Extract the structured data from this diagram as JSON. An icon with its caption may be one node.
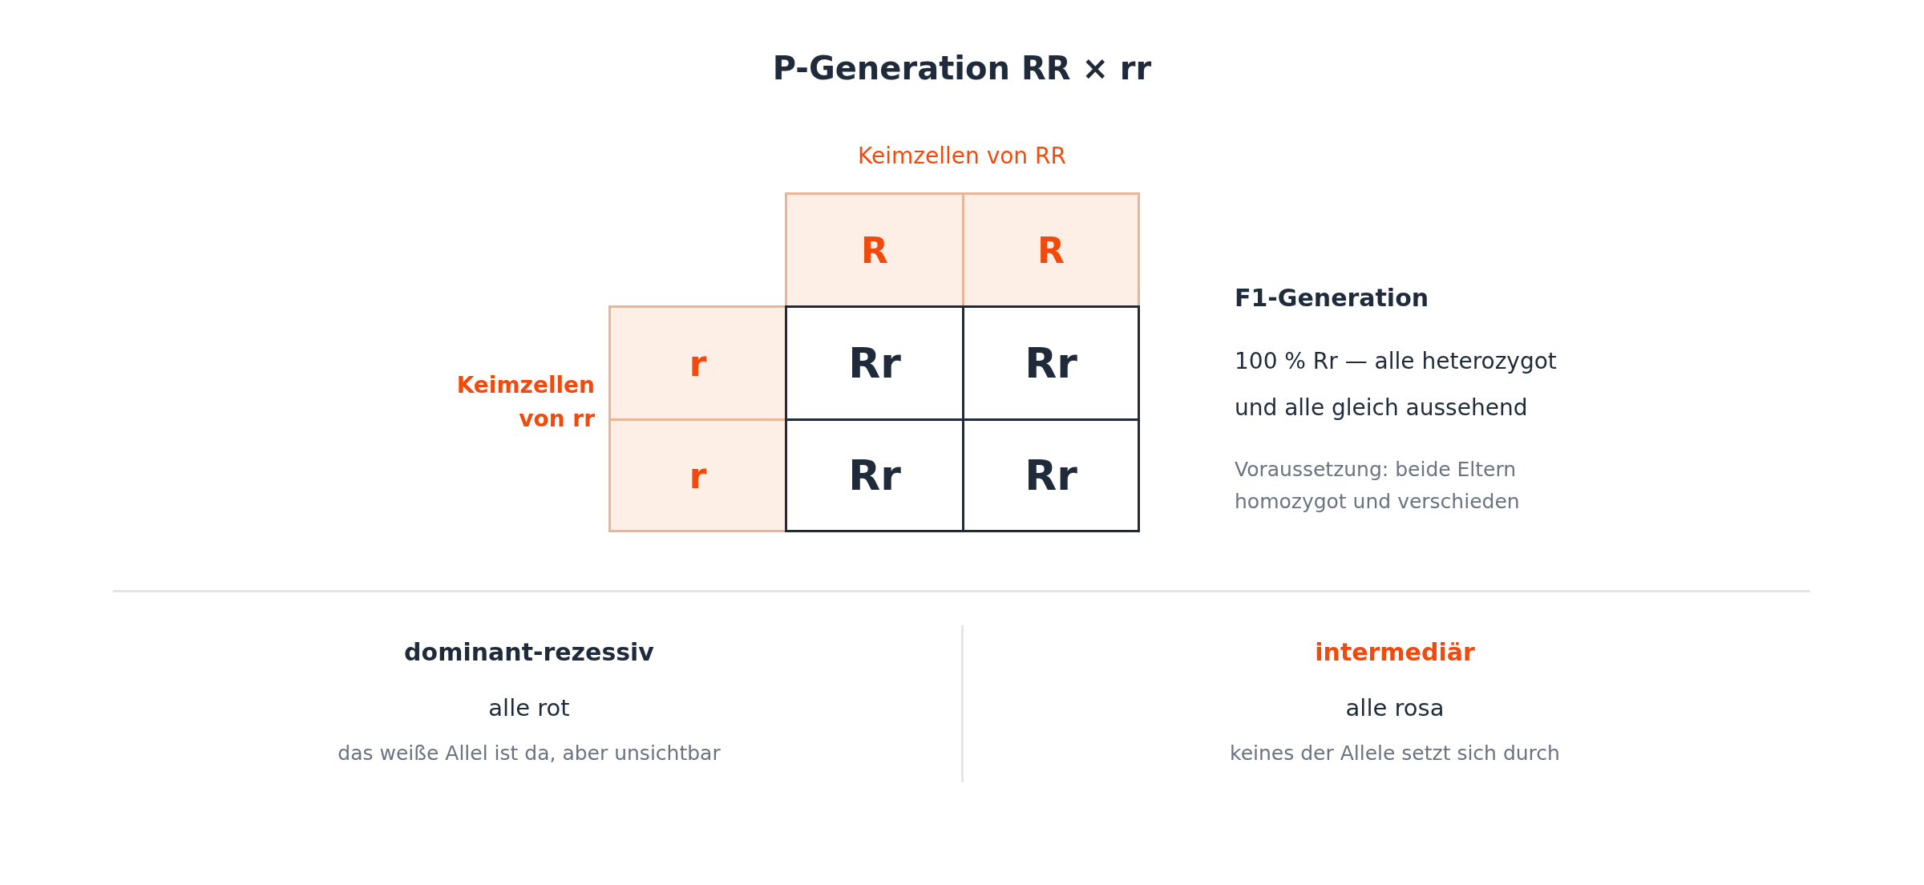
{
  "diagram": {
    "title": "P-Generation RR × rr",
    "labels": [
      "Keimzellen von RR",
      "R",
      "R",
      "r",
      "Rr",
      "Rr",
      "r",
      "Rr",
      "Rr",
      "Keimzellen von rr",
      "F1-Generation",
      "100 % Rr — alle heterozygot und alle gleich aussehend",
      "Voraussetzung: beide Eltern homozygot und verschieden",
      "dominant-rezessiv",
      "alle rot",
      "das weiße Allel ist da, aber unsichtbar",
      "intermediär",
      "alle rosa",
      "keines der Allele setzt sich durch"
    ]
  }
}
